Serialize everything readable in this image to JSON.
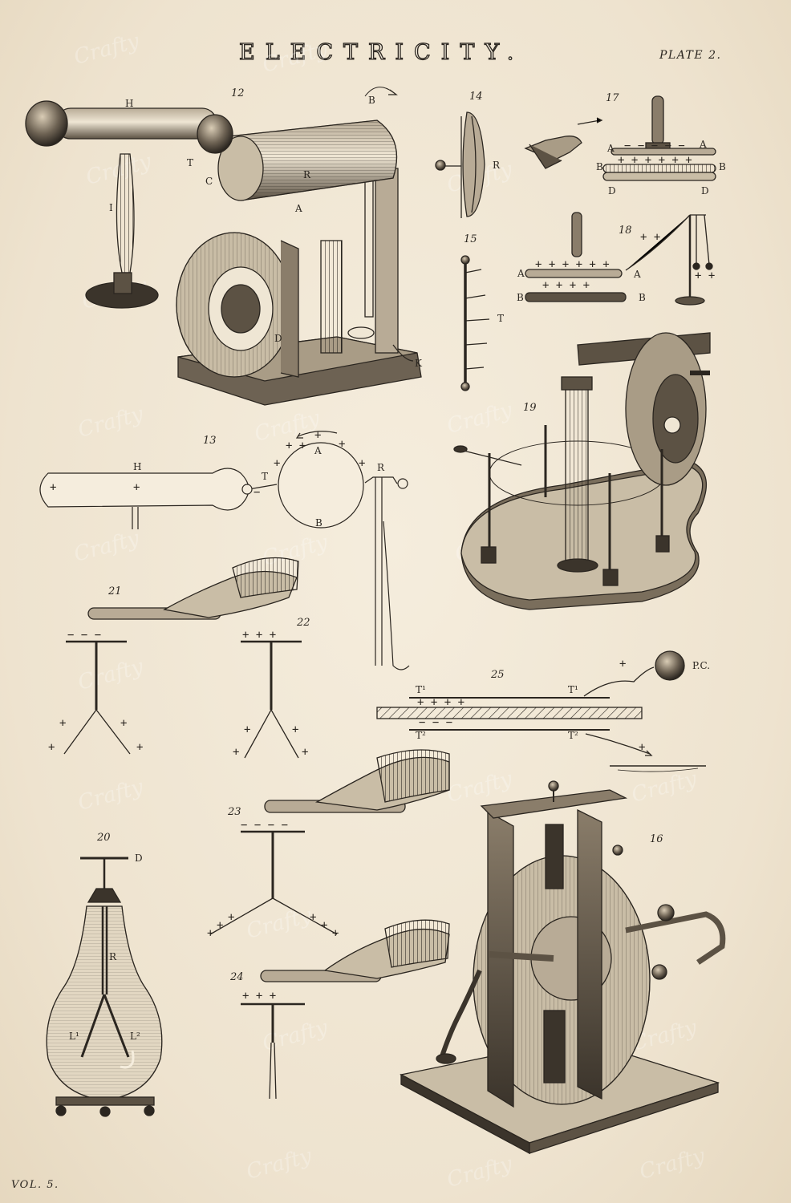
{
  "header": {
    "title": "ELECTRICITY.",
    "plate": "PLATE 2."
  },
  "footer": {
    "volume": "VOL. 5."
  },
  "watermark": "Crafty",
  "figures": {
    "f12": {
      "number": "12",
      "labels": {
        "H": "H",
        "B": "B",
        "T": "T",
        "C": "C",
        "R": "R",
        "I": "I",
        "A": "A",
        "D": "D",
        "K": "K"
      }
    },
    "f13": {
      "number": "13",
      "labels": {
        "H": "H",
        "A": "A",
        "B": "B",
        "T": "T",
        "R": "R"
      }
    },
    "f14": {
      "number": "14",
      "labels": {
        "R": "R"
      }
    },
    "f15": {
      "number": "15",
      "labels": {
        "T": "T"
      }
    },
    "f16": {
      "number": "16"
    },
    "f17": {
      "number": "17",
      "labels": {
        "A1": "A",
        "A2": "A",
        "B1": "B",
        "B2": "B",
        "D1": "D",
        "D2": "D"
      }
    },
    "f18": {
      "number": "18",
      "labels": {
        "A1": "A",
        "A2": "A",
        "B1": "B",
        "B2": "B"
      }
    },
    "f19": {
      "number": "19"
    },
    "f20": {
      "number": "20",
      "labels": {
        "D": "D",
        "R": "R",
        "L1": "L¹",
        "L2": "L²"
      }
    },
    "f21": {
      "number": "21"
    },
    "f22": {
      "number": "22"
    },
    "f23": {
      "number": "23"
    },
    "f24": {
      "number": "24"
    },
    "f25": {
      "number": "25",
      "labels": {
        "T1a": "T¹",
        "T1b": "T¹",
        "T2a": "T²",
        "T2b": "T²",
        "PC": "P.C."
      }
    }
  },
  "colors": {
    "ink": "#2b2620",
    "paper": "#efe6d4"
  }
}
